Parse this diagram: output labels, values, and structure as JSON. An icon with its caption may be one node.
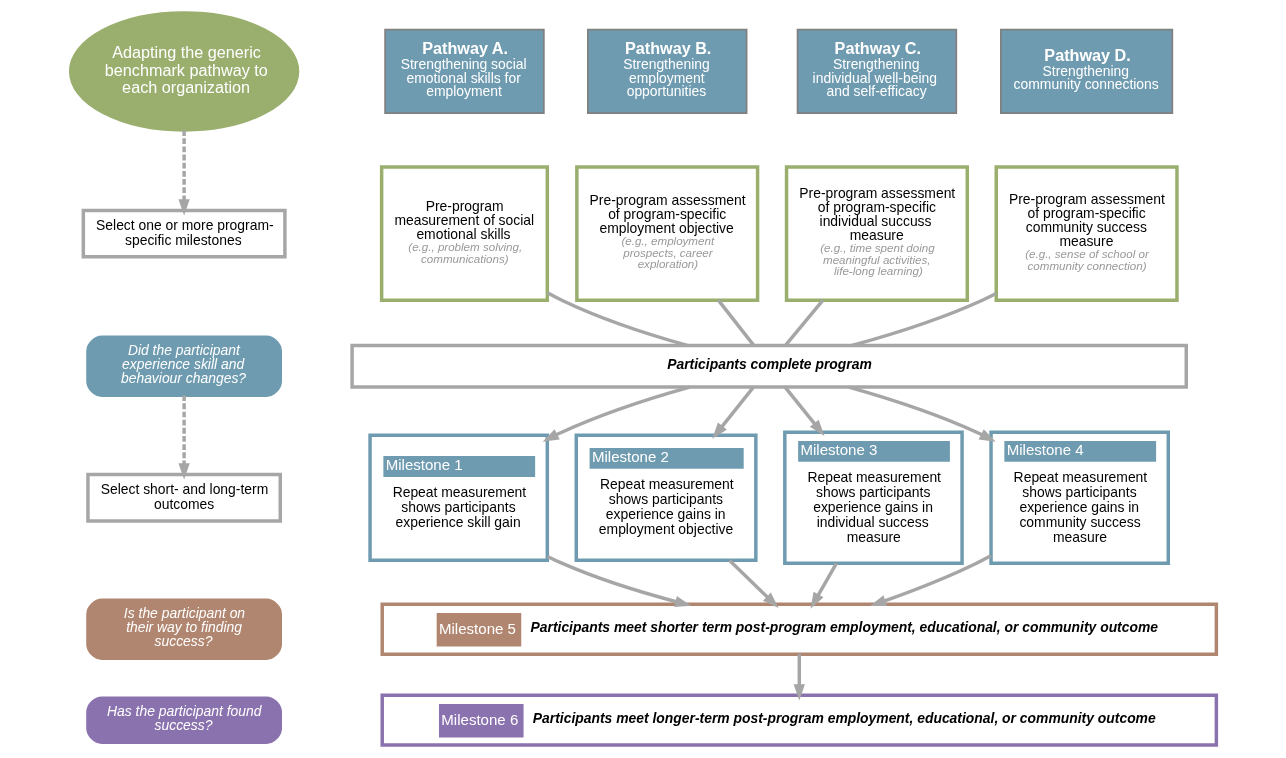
{
  "diagram": {
    "nodes": [
      {
        "text": [
          "Adapting the generic benchmark pathway to each organization"
        ]
      },
      {
        "text": [
          "Select one or more program-specific milestones"
        ]
      },
      {
        "text": [
          "Did the participant experience skill and behaviour changes?"
        ]
      },
      {
        "text": [
          "Select short- and long-term outcomes"
        ]
      },
      {
        "text": [
          "Is the participant on their way to finding success?"
        ]
      },
      {
        "text": [
          "Has the participant found success?"
        ]
      },
      {
        "text": [
          "Pathway A.",
          "Strengthening social emotional skills for employment"
        ]
      },
      {
        "text": [
          "Pathway B.",
          "Strengthening employment opportunities"
        ]
      },
      {
        "text": [
          "Pathway C.",
          "Strengthening individual well-being and self-efficacy"
        ]
      },
      {
        "text": [
          "Pathway D.",
          "Strengthening community connections"
        ]
      },
      {
        "text": [
          "Pre-program measurement of social emotional skills",
          "(e.g., problem solving, communications)"
        ]
      },
      {
        "text": [
          "Pre-program assessment of program-specific employment objective",
          "(e.g., employment prospects, career exploration)"
        ]
      },
      {
        "text": [
          "Pre-program assessment of program-specific individual succuss measure",
          "(e.g., time spent doing meaningful activities, life-long learning)"
        ]
      },
      {
        "text": [
          "Pre-program assessment of program-specific community success measure",
          "(e.g., sense of school or community connection)"
        ]
      },
      {
        "text": [
          "Participants complete program"
        ]
      },
      {
        "text": [
          "Milestone 1",
          "Repeat measurement shows participants experience skill gain"
        ]
      },
      {
        "text": [
          "Milestone 2",
          "Repeat measurement shows participants experience gains in employment objective"
        ]
      },
      {
        "text": [
          "Milestone 3",
          "Repeat measurement shows participants experience gains in individual success measure"
        ]
      },
      {
        "text": [
          "Milestone 4",
          "Repeat measurement shows participants experience gains in community success measure"
        ]
      },
      {
        "text": [
          "Milestone 5",
          "Participants meet shorter term post-program employment, educational, or community outcome"
        ]
      },
      {
        "text": [
          "Milestone 6",
          "Participants meet longer-term post-program employment, educational, or community outcome"
        ]
      }
    ],
    "edges": [
      {
        "from": 0,
        "to": 1,
        "arrow": "to",
        "style": "dashed"
      },
      {
        "from": 2,
        "to": 3,
        "arrow": "to",
        "style": "dashed"
      },
      {
        "from": 10,
        "to": 14,
        "arrow": "none"
      },
      {
        "from": 11,
        "to": 14,
        "arrow": "none"
      },
      {
        "from": 12,
        "to": 14,
        "arrow": "none"
      },
      {
        "from": 13,
        "to": 14,
        "arrow": "none"
      },
      {
        "from": 14,
        "to": 15,
        "arrow": "to"
      },
      {
        "from": 14,
        "to": 16,
        "arrow": "to"
      },
      {
        "from": 14,
        "to": 17,
        "arrow": "to"
      },
      {
        "from": 14,
        "to": 18,
        "arrow": "to"
      },
      {
        "from": 15,
        "to": 19,
        "arrow": "to"
      },
      {
        "from": 16,
        "to": 19,
        "arrow": "to"
      },
      {
        "from": 17,
        "to": 19,
        "arrow": "to"
      },
      {
        "from": 18,
        "to": 19,
        "arrow": "to"
      },
      {
        "from": 19,
        "to": 20,
        "arrow": "to"
      }
    ]
  }
}
